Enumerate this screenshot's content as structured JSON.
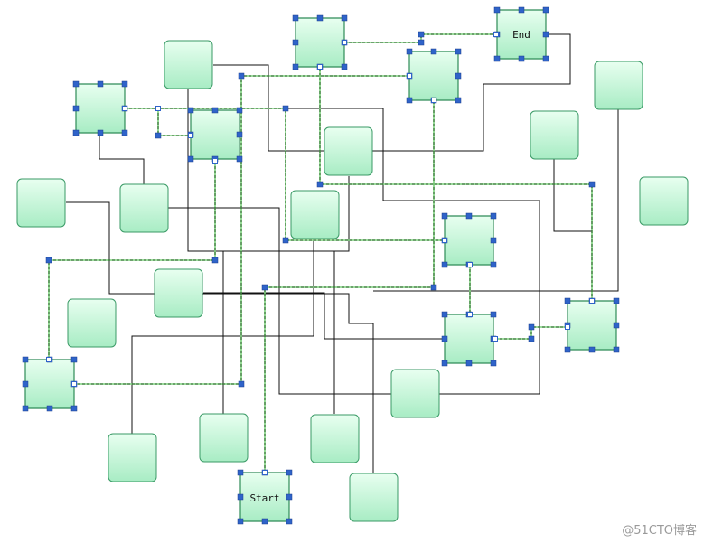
{
  "diagram": {
    "start_label": "Start",
    "end_label": "End"
  },
  "watermark": "@51CTO博客",
  "colors": {
    "node_fill_top": "#e8fff0",
    "node_fill_bottom": "#a8ecc4",
    "node_stroke": "#3a9a66",
    "path_edge": "#1f5a1f",
    "handle": "#2f63c9"
  }
}
